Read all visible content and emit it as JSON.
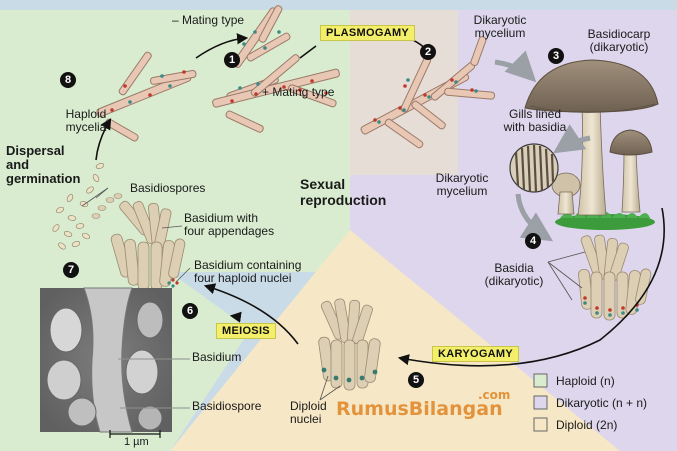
{
  "labels": {
    "minus_mating_type": "– Mating type",
    "plus_mating_type": "+ Mating type",
    "plasmogamy": "PLASMOGAMY",
    "dikaryotic_mycelium_top": "Dikaryotic\nmycelium",
    "basidiocarp": "Basidiocarp\n(dikaryotic)",
    "gills": "Gills lined\nwith basidia",
    "dikaryotic_mycelium_mid": "Dikaryotic\nmycelium",
    "haploid_mycelia": "Haploid\nmycelia",
    "dispersal": "Dispersal\nand\ngermination",
    "basidiospores": "Basidiospores",
    "sexual_reproduction": "Sexual\nreproduction",
    "basidium_four_appendages": "Basidium with\nfour appendages",
    "basidium_four_nuclei": "Basidium containing\nfour haploid nuclei",
    "basidia_dikaryotic": "Basidia\n(dikaryotic)",
    "meiosis": "MEIOSIS",
    "karyogamy": "KARYOGAMY",
    "diploid_nuclei": "Diploid\nnuclei",
    "micro_basidium": "Basidium",
    "micro_basidiospore": "Basidiospore",
    "scale_bar": "1 µm"
  },
  "steps": [
    "1",
    "2",
    "3",
    "4",
    "5",
    "6",
    "7",
    "8"
  ],
  "legend": [
    {
      "label": "Haploid (n)",
      "color": "#d9ecd0"
    },
    {
      "label": "Dikaryotic (n + n)",
      "color": "#ddd6ec"
    },
    {
      "label": "Diploid (2n)",
      "color": "#f6e8c6"
    }
  ],
  "watermark": {
    "main": "RumusBilangan",
    "suffix": ".com"
  },
  "colors": {
    "haploid_bg": "#d9ecd0",
    "dikaryotic_bg": "#ddd6ec",
    "diploid_bg": "#f6e8c6",
    "hypha": "#e8c7b5",
    "hypha_stroke": "#9b7a68",
    "nucleus_red": "#c0392b",
    "nucleus_teal": "#3a8a86",
    "mushroom_cap": "#8a7a6a",
    "mushroom_stem": "#d8cdb7"
  }
}
